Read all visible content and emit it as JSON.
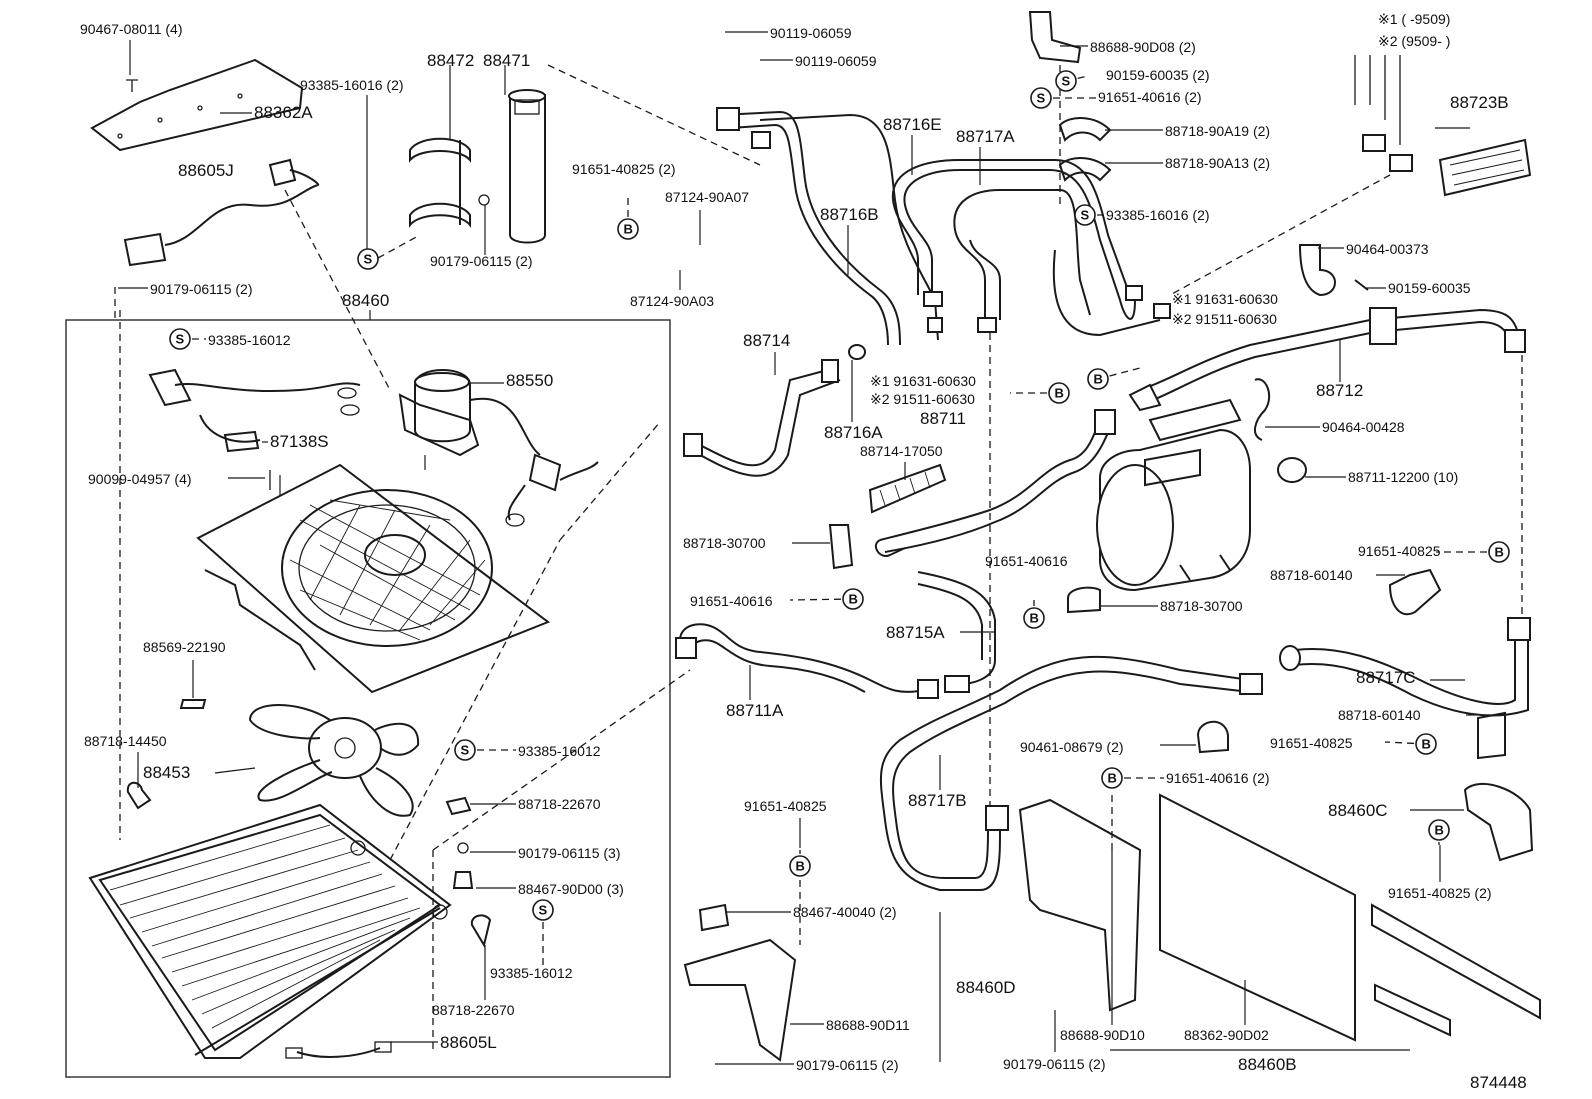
{
  "figure_id": "874448",
  "inset": {
    "note1": "※1 (    -9509)",
    "note2": "※2 (9509-    )"
  },
  "labels": {
    "p90467": "90467-08011 (4)",
    "p88362A": "88362A",
    "p88605J": "88605J",
    "p90179a": "90179-06115 (2)",
    "p88460": "88460",
    "p93385a": "93385-16016 (2)",
    "p88472": "88472",
    "p88471": "88471",
    "p90179b": "90179-06115 (2)",
    "p90119a": "90119-06059",
    "p90119b": "90119-06059",
    "p91651_40825a": "91651-40825 (2)",
    "p87124_90A07": "87124-90A07",
    "p87124_90A03": "87124-90A03",
    "p88716B": "88716B",
    "p88716E": "88716E",
    "p88717A": "88717A",
    "p88688_90D08": "88688-90D08 (2)",
    "p90159_60035a": "90159-60035 (2)",
    "p91651_40616a": "91651-40616 (2)",
    "p88718_90A19": "88718-90A19 (2)",
    "p88718_90A13": "88718-90A13 (2)",
    "p93385b": "93385-16016 (2)",
    "p88723B": "88723B",
    "p90464_00373": "90464-00373",
    "p90159_60035b": "90159-60035",
    "p91631a": "※1 91631-60630",
    "p91511a": "※2 91511-60630",
    "p88712": "88712",
    "p88714": "88714",
    "p91631b": "※1 91631-60630",
    "p91511b": "※2 91511-60630",
    "p88711": "88711",
    "p88716A": "88716A",
    "p88714_17050": "88714-17050",
    "p90464_00428": "90464-00428",
    "p88711_12200": "88711-12200 (10)",
    "p93385c": "93385-16012",
    "p88550": "88550",
    "p87138S": "87138S",
    "p90099": "90099-04957 (4)",
    "p88718_30700a": "88718-30700",
    "p91651_40616b": "91651-40616",
    "p91651_40616c": "91651-40616",
    "p88718_30700b": "88718-30700",
    "p91651_40825b": "91651-40825",
    "p88718_60140a": "88718-60140",
    "p88569": "88569-22190",
    "p88715A": "88715A",
    "p88711A": "88711A",
    "p88717C": "88717C",
    "p88718_60140b": "88718-60140",
    "p91651_40825c": "91651-40825",
    "p88718_14450": "88718-14450",
    "p88453": "88453",
    "p93385d": "93385-16012",
    "p88718_22670a": "88718-22670",
    "p90461": "90461-08679 (2)",
    "p88717B": "88717B",
    "p91651_40616d": "91651-40616 (2)",
    "p88460C": "88460C",
    "p90179c": "90179-06115 (3)",
    "p88467_90D00": "88467-90D00 (3)",
    "p91651_40825d": "91651-40825",
    "p91651_40825e": "91651-40825 (2)",
    "p93385e": "93385-16012",
    "p88718_22670b": "88718-22670",
    "p88467_40040": "88467-40040 (2)",
    "p88460D": "88460D",
    "p88605L": "88605L",
    "p88688_90D11": "88688-90D11",
    "p90179d": "90179-06115 (2)",
    "p88688_90D10": "88688-90D10",
    "p88362_90D02": "88362-90D02",
    "p90179e": "90179-06115 (2)",
    "p88460B": "88460B"
  },
  "symbols": {
    "S": "S",
    "B": "B"
  }
}
